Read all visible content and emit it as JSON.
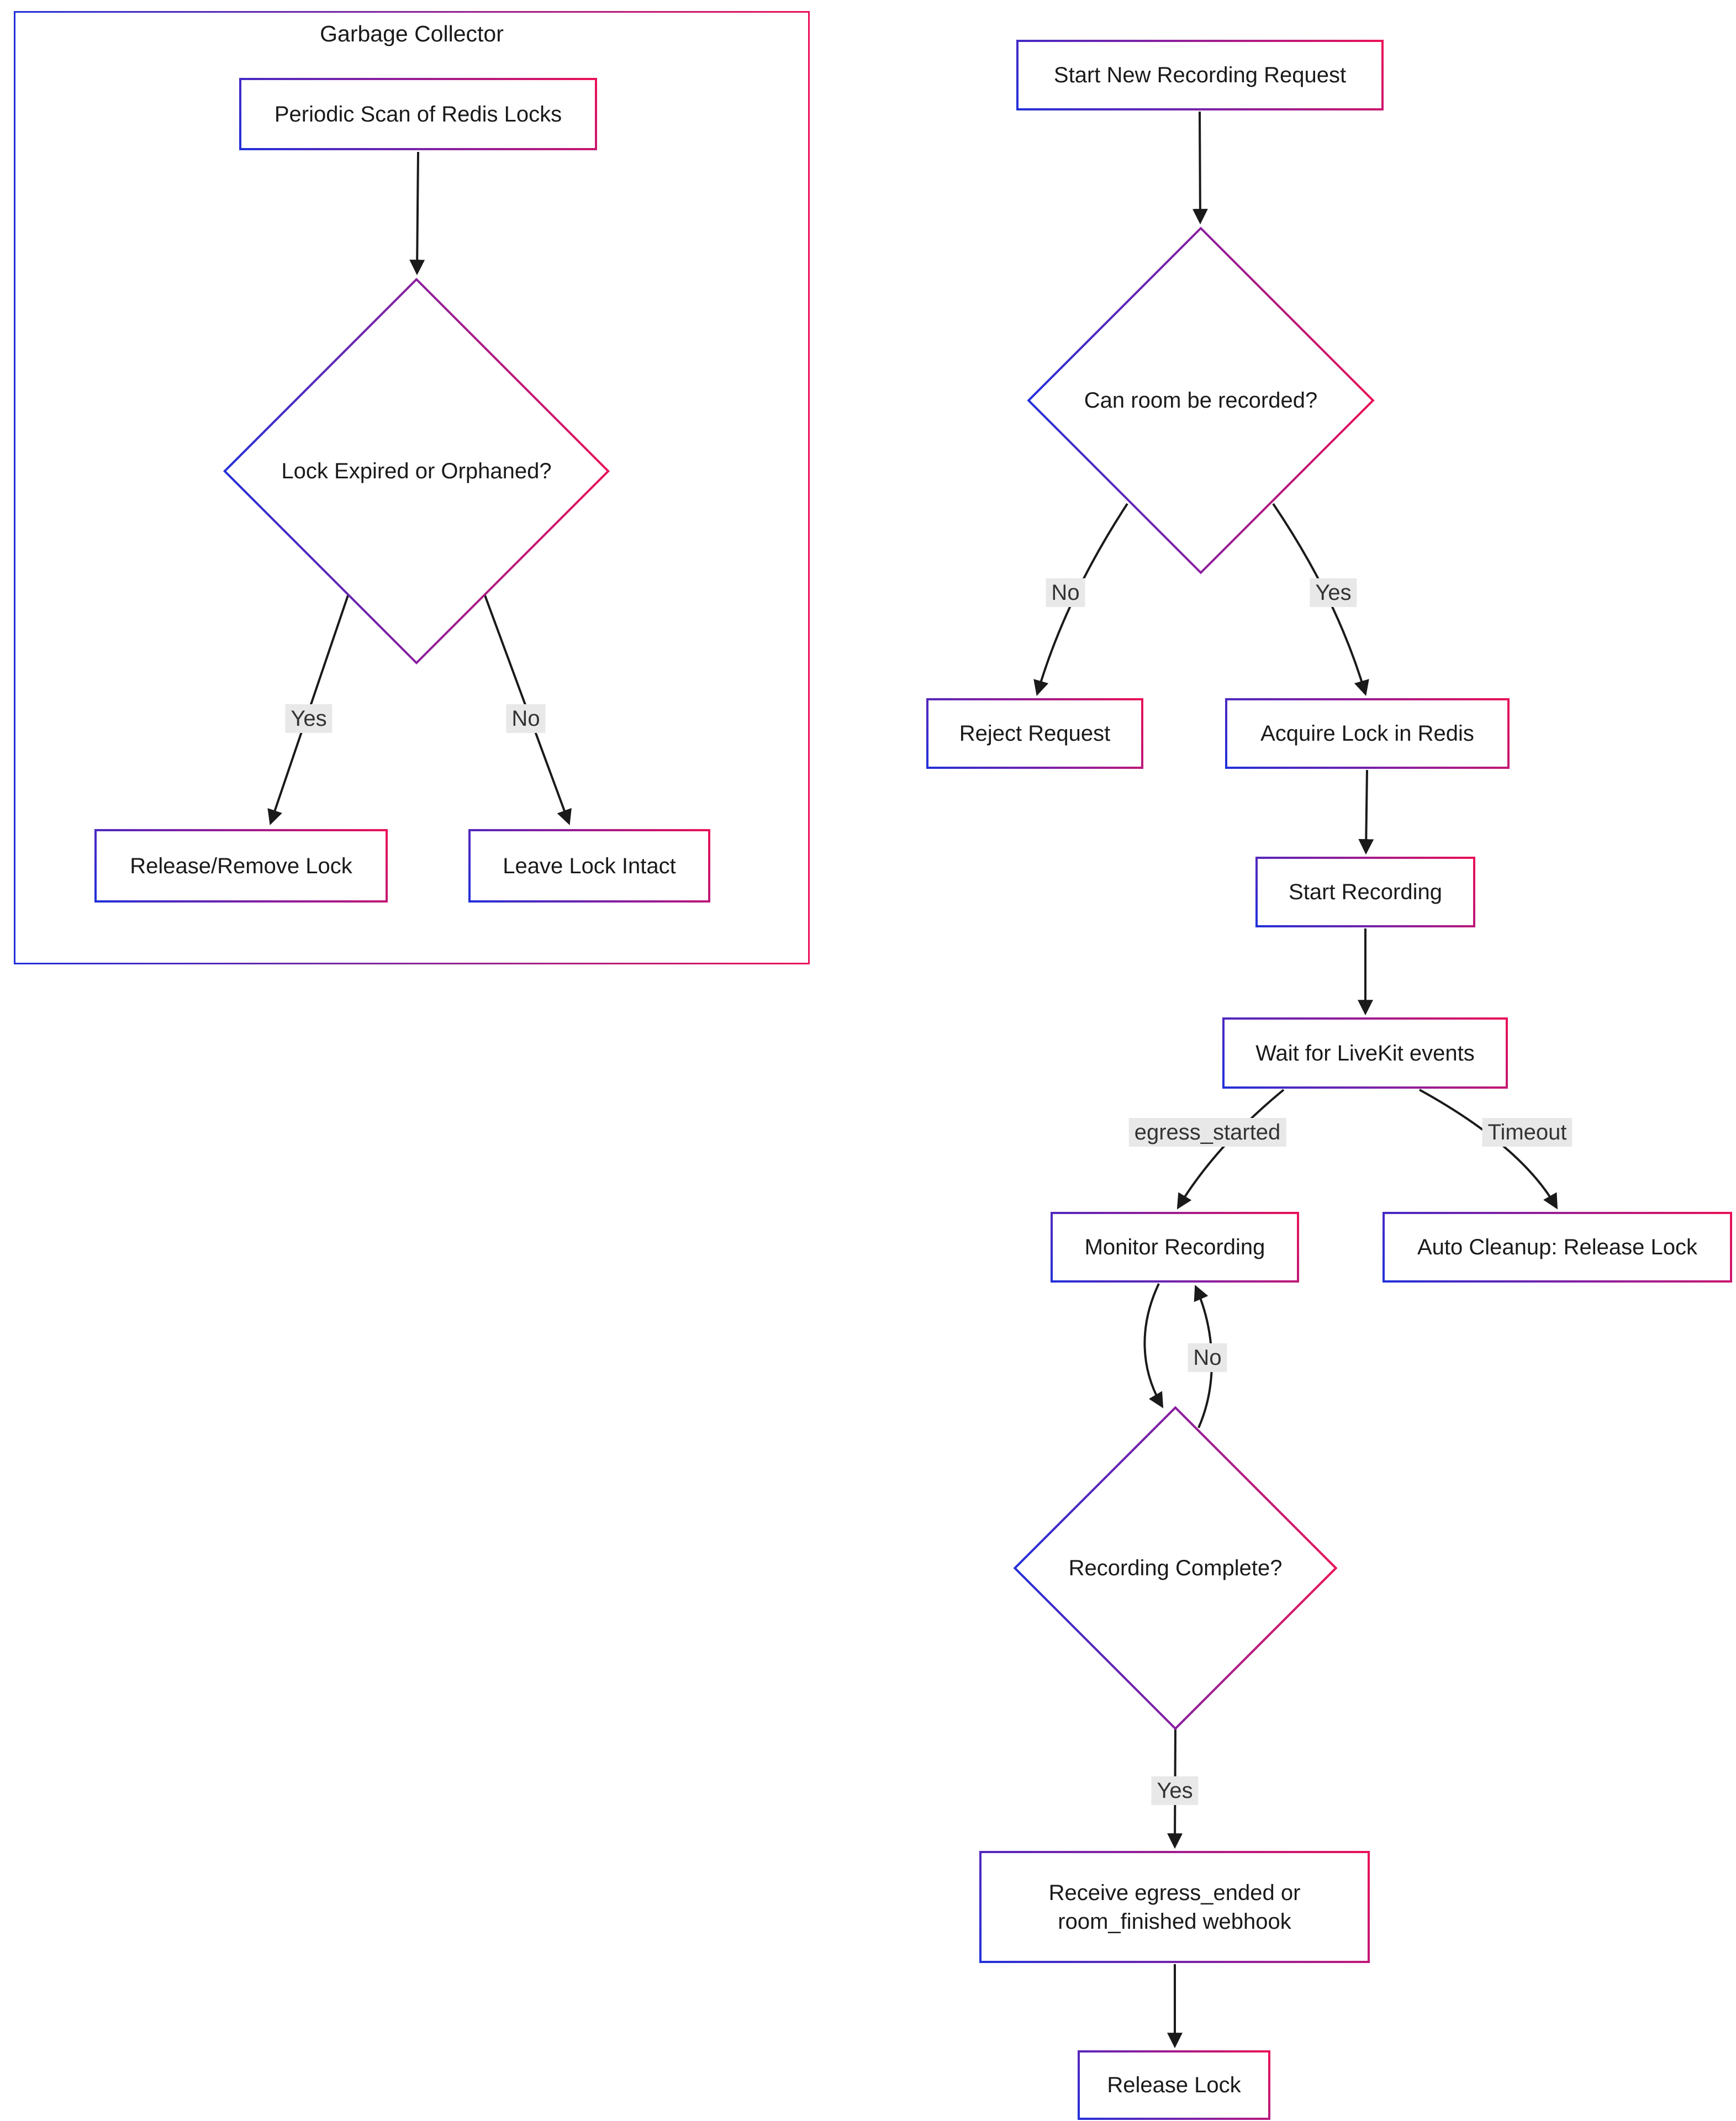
{
  "subgraph": {
    "title": "Garbage Collector"
  },
  "nodes": {
    "periodic_scan": "Periodic Scan of Redis Locks",
    "lock_expired": "Lock Expired or Orphaned?",
    "release_remove": "Release/Remove Lock",
    "leave_intact": "Leave Lock Intact",
    "start_request": "Start New Recording Request",
    "can_record": "Can room be recorded?",
    "reject": "Reject Request",
    "acquire_lock": "Acquire Lock in Redis",
    "start_recording": "Start Recording",
    "wait_events": "Wait for LiveKit events",
    "monitor": "Monitor Recording",
    "auto_cleanup": "Auto Cleanup: Release Lock",
    "recording_complete": "Recording Complete?",
    "receive_webhook": "Receive egress_ended or\nroom_finished webhook",
    "release_lock": "Release Lock"
  },
  "edge_labels": {
    "gc_yes": "Yes",
    "gc_no": "No",
    "main_no": "No",
    "main_yes": "Yes",
    "egress_started": "egress_started",
    "timeout": "Timeout",
    "loop_no": "No",
    "complete_yes": "Yes"
  },
  "colors": {
    "border_gradient_start": "#2230d9",
    "border_gradient_end": "#ea1257",
    "node_fill": "#ffffff",
    "edge_label_bg": "#e8e8e8",
    "arrow": "#1a1a1a"
  }
}
